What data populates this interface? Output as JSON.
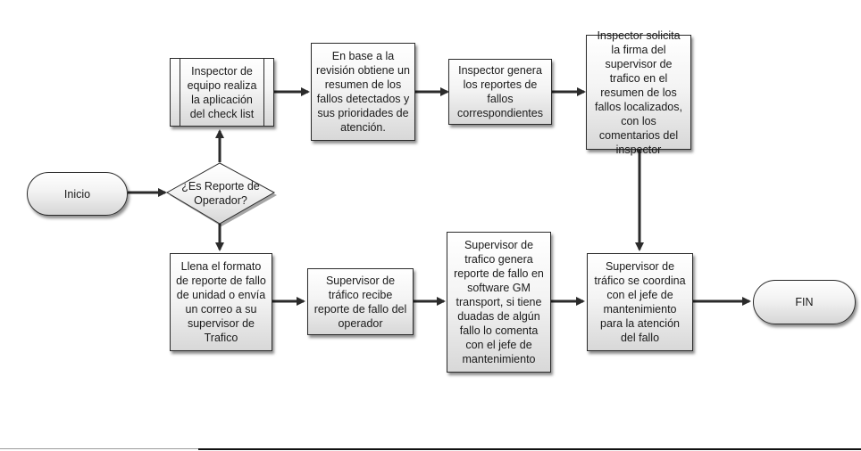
{
  "diagram": {
    "nodes": {
      "inicio": "Inicio",
      "decision": "¿Es Reporte de Operador?",
      "inspector_check": "Inspector de equipo realiza la aplicación del check list",
      "resumen": "En base a la revisión obtiene un resumen de los fallos detectados y sus prioridades de atención.",
      "genera_reportes": "Inspector genera los reportes de fallos correspondientes",
      "solicita_firma": "Inspector solicita la firma del supervisor de trafico en el resumen de los fallos localizados, con los comentarios del inspector",
      "llena_formato": "Llena el formato de reporte de fallo de unidad o envía un correo a su supervisor de Trafico",
      "recibe_reporte": "Supervisor de tráfico recibe reporte de fallo del operador",
      "genera_software": "Supervisor de trafico genera reporte de fallo en software GM transport, si tiene duadas de algún fallo lo comenta con el jefe de mantenimiento",
      "coordina": "Supervisor de tráfico se coordina con el jefe de mantenimiento para la atención del fallo",
      "fin": "FIN"
    },
    "colors": {
      "stroke": "#2b2b2b",
      "fill_top": "#ffffff",
      "fill_bottom": "#d8d8d8",
      "arrow": "#2b2b2b"
    }
  }
}
